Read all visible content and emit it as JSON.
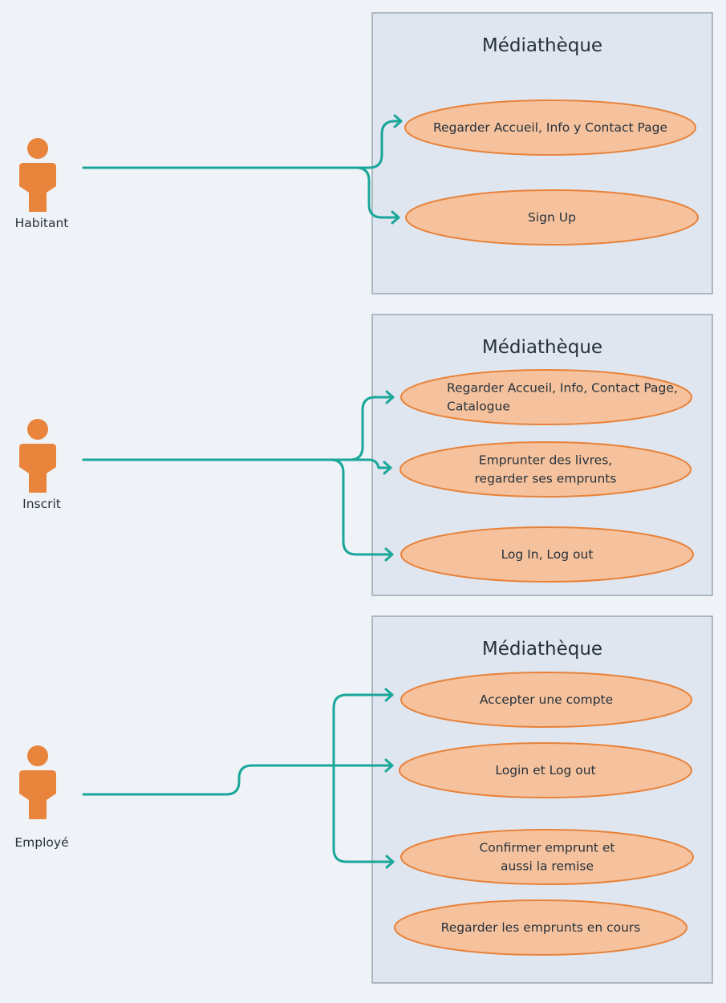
{
  "diagram": {
    "systems": [
      {
        "title": "Médiathèque",
        "actor": "Habitant",
        "use_cases": [
          [
            "Regarder Accueil, Info y Contact Page"
          ],
          [
            "Sign Up"
          ]
        ]
      },
      {
        "title": "Médiathèque",
        "actor": "Inscrit",
        "use_cases": [
          [
            "Regarder Accueil, Info, Contact Page,",
            "Catalogue"
          ],
          [
            "Emprunter des livres,",
            "regarder ses emprunts"
          ],
          [
            "Log In, Log out"
          ]
        ]
      },
      {
        "title": "Médiathèque",
        "actor": "Employé",
        "use_cases": [
          [
            "Accepter une compte"
          ],
          [
            "Login et Log out"
          ],
          [
            "Confirmer emprunt et",
            "aussi la remise"
          ],
          [
            "Regarder les emprunts en cours"
          ]
        ]
      }
    ],
    "colors": {
      "background": "#eff3f7",
      "system_fill": "#dfe6ef",
      "system_stroke": "#9ba7b4",
      "use_case_fill": "#f5c29d",
      "use_case_stroke": "#e8823a",
      "actor": "#e8843c",
      "connector": "#1aa79a"
    }
  }
}
